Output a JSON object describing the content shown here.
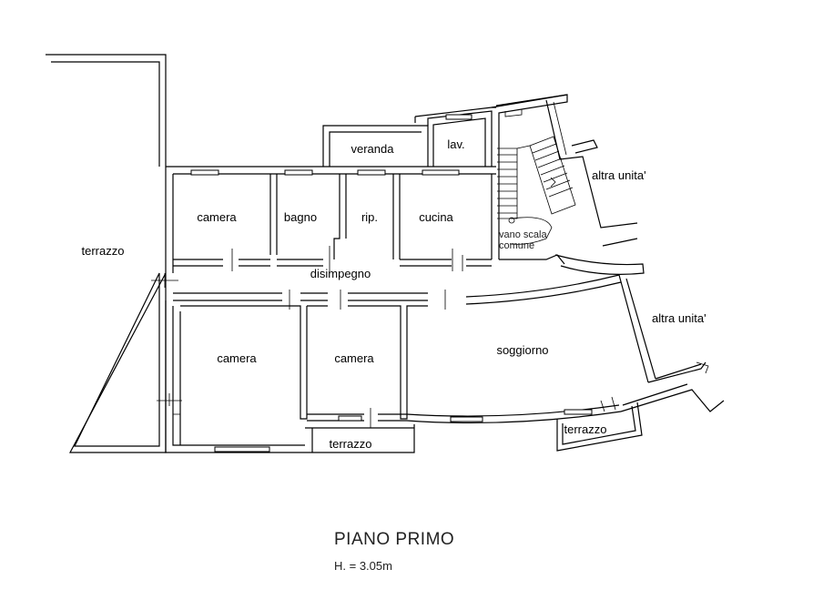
{
  "rooms": {
    "terrazzo_left": "terrazzo",
    "veranda": "veranda",
    "lav": "lav.",
    "camera_1": "camera",
    "bagno": "bagno",
    "rip": "rip.",
    "cucina": "cucina",
    "vano_scala_1": "vano scala",
    "vano_scala_2": "comune",
    "altra_unita_1": "altra unita'",
    "altra_unita_2": "altra unita'",
    "disimpegno": "disimpegno",
    "camera_2": "camera",
    "camera_3": "camera",
    "soggiorno": "soggiorno",
    "terrazzo_bottom": "terrazzo",
    "terrazzo_right": "terrazzo"
  },
  "footer": {
    "title": "PIANO PRIMO",
    "height": "H. = 3.05m"
  }
}
